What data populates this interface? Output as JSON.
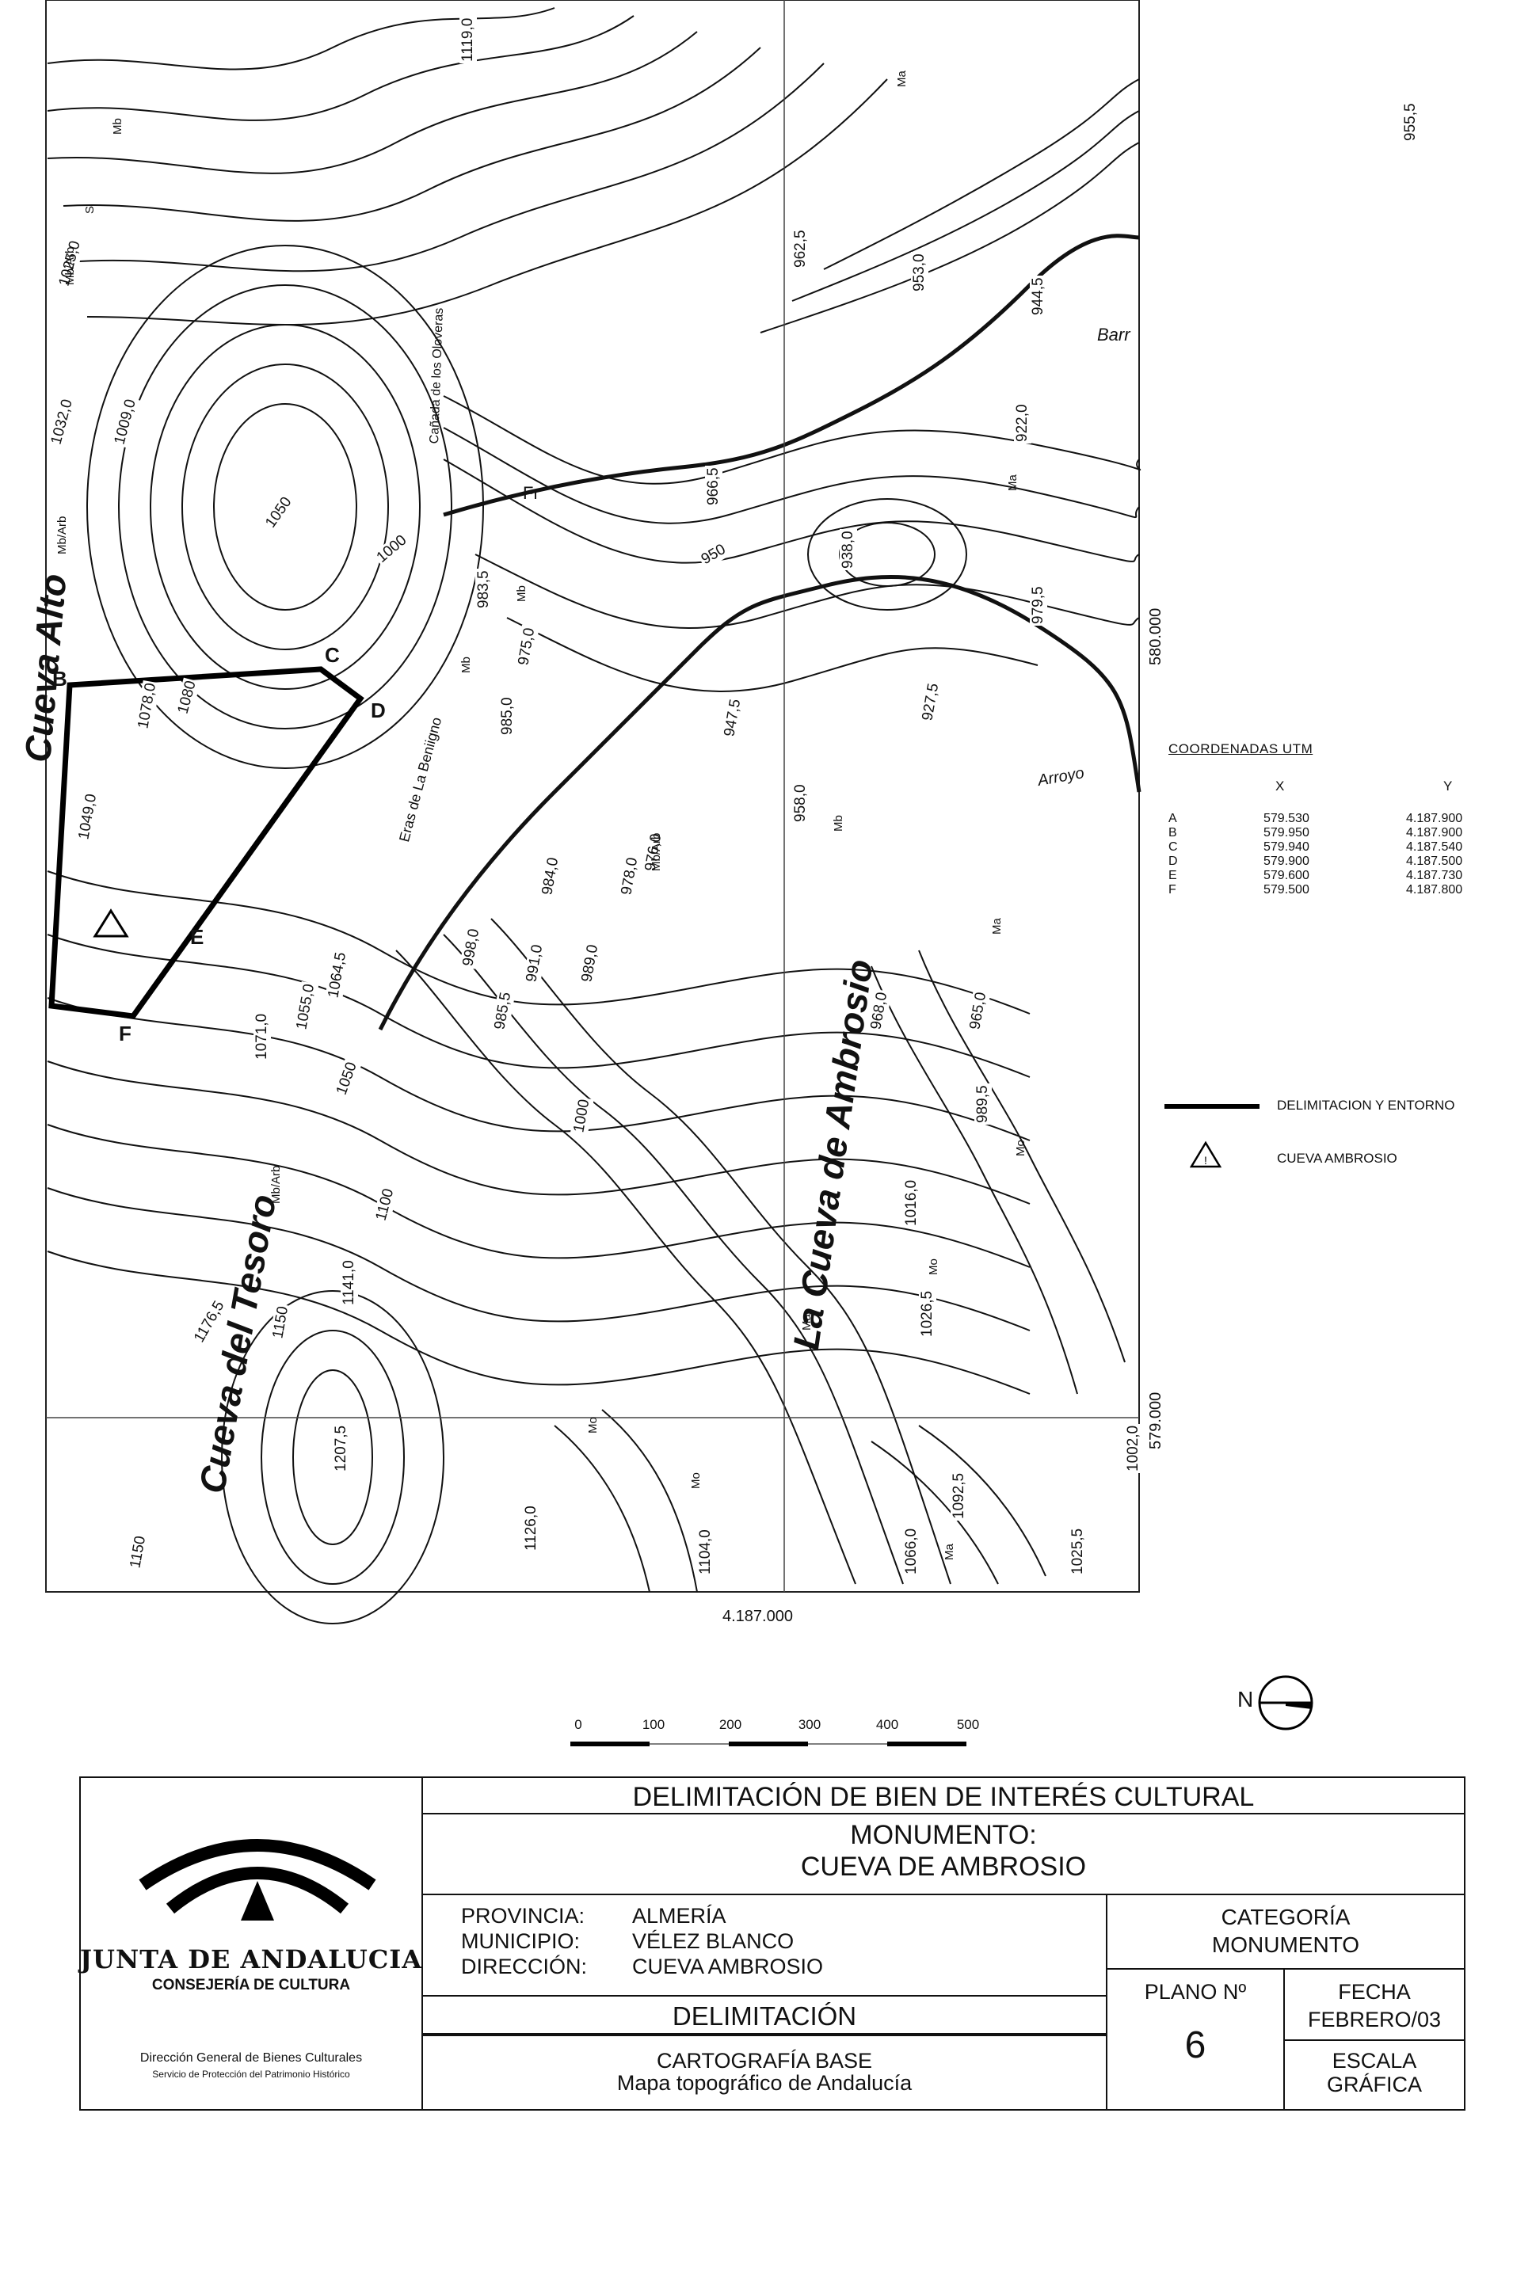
{
  "map": {
    "place_names": {
      "cueva_alto": "Cueva Alto",
      "cueva_tesoro": "Cueva del Tesoro",
      "la_cueva_ambrosio": "La Cueva de Ambrosio",
      "fr": "Fr",
      "barr": "Barr",
      "arroyo": "Arroyo",
      "eras_boneigno": "Eras de La Beniigno",
      "cañada": "Cañada de los Oloveras"
    },
    "elevations": [
      "1025,0",
      "1032,0",
      "1009,0",
      "1050",
      "1000",
      "1078,0",
      "1080",
      "1049,0",
      "983,5",
      "985,0",
      "975,0",
      "962,5",
      "953,0",
      "944,5",
      "955,5",
      "922,0",
      "950",
      "966,5",
      "938,0",
      "979,5",
      "927,5",
      "947,5",
      "958,0",
      "976,0",
      "998,0",
      "991,0",
      "989,0",
      "985,5",
      "984,0",
      "978,0",
      "968,0",
      "965,0",
      "989,5",
      "1016,0",
      "1026,5",
      "1064,5",
      "1055,0",
      "1071,0",
      "1050",
      "1000",
      "1100",
      "1141,0",
      "1150",
      "1176,5",
      "1207,5",
      "1150",
      "1126,0",
      "1104,0",
      "1066,0",
      "1092,5",
      "1025,5",
      "1002,0",
      "1119,0"
    ],
    "labels": [
      "Mb",
      "S",
      "Mb/Arb",
      "Mb/Arb",
      "Ma",
      "Ma",
      "Mo",
      "Mo",
      "Mb/Arb",
      "Mb",
      "Mb/Arb",
      "Mb",
      "Mb",
      "Ma",
      "Mo",
      "Ma",
      "Mo",
      "Ma"
    ],
    "vertex_labels": [
      "B",
      "C",
      "D",
      "E",
      "F"
    ],
    "grid_x_top": "580.000",
    "grid_x_bottom": "579.000",
    "grid_y": "4.187.000"
  },
  "coords": {
    "title": "COORDENADAS UTM",
    "col_x": "X",
    "col_y": "Y",
    "rows": [
      {
        "id": "A",
        "x": "579.530",
        "y": "4.187.900"
      },
      {
        "id": "B",
        "x": "579.950",
        "y": "4.187.900"
      },
      {
        "id": "C",
        "x": "579.940",
        "y": "4.187.540"
      },
      {
        "id": "D",
        "x": "579.900",
        "y": "4.187.500"
      },
      {
        "id": "E",
        "x": "579.600",
        "y": "4.187.730"
      },
      {
        "id": "F",
        "x": "579.500",
        "y": "4.187.800"
      }
    ]
  },
  "legend": {
    "line": "DELIMITACION Y ENTORNO",
    "triangle": "CUEVA AMBROSIO"
  },
  "scale": {
    "ticks": [
      "0",
      "100",
      "200",
      "300",
      "400",
      "500"
    ]
  },
  "north": {
    "label": "N"
  },
  "title_block": {
    "org_name": "JUNTA DE ANDALUCIA",
    "org_dept": "CONSEJERÍA DE CULTURA",
    "org_sub1": "Dirección General de Bienes Culturales",
    "org_sub2": "Servicio de Protección del Patrimonio Histórico",
    "header": "DELIMITACIÓN DE BIEN DE INTERÉS CULTURAL",
    "monument_l1": "MONUMENTO:",
    "monument_l2": "CUEVA DE AMBROSIO",
    "provincia_lbl": "PROVINCIA:",
    "municipio_lbl": "MUNICIPIO:",
    "direccion_lbl": "DIRECCIÓN:",
    "provincia_val": "ALMERÍA",
    "municipio_val": "VÉLEZ BLANCO",
    "direccion_val": "CUEVA AMBROSIO",
    "categoria_l1": "CATEGORÍA",
    "categoria_l2": "MONUMENTO",
    "delimitacion": "DELIMITACIÓN",
    "plano_lbl": "PLANO Nº",
    "plano_val": "6",
    "fecha_lbl": "FECHA",
    "fecha_val": "FEBRERO/03",
    "carto_l1": "CARTOGRAFÍA BASE",
    "carto_l2": "Mapa topográfico de Andalucía",
    "escala_l1": "ESCALA",
    "escala_l2": "GRÁFICA"
  }
}
